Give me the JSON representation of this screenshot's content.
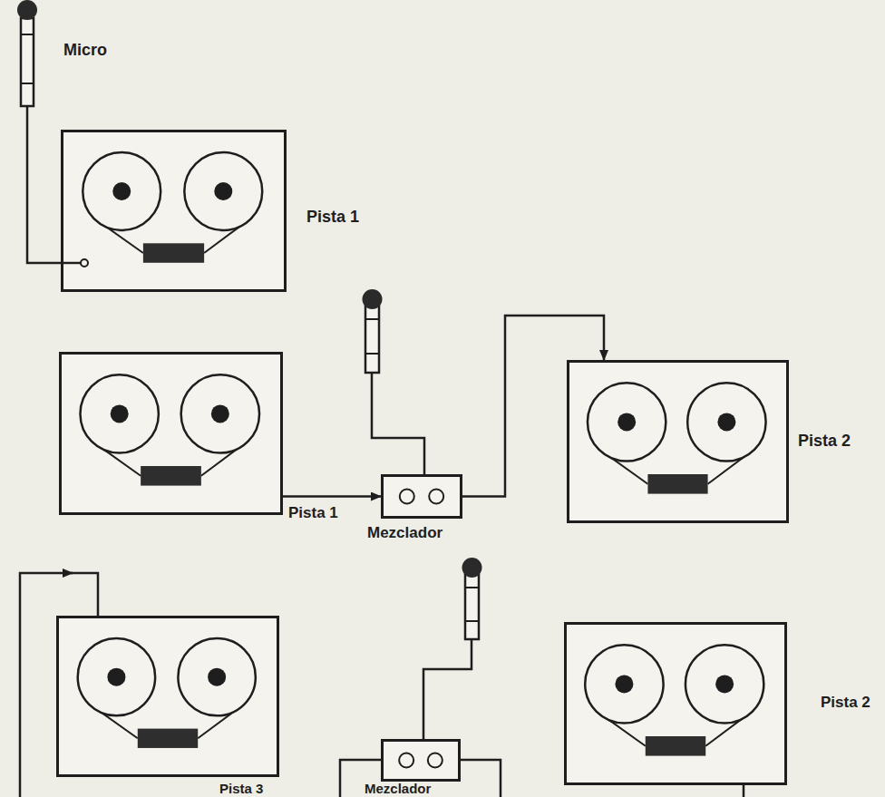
{
  "diagram": {
    "nodes": [
      {
        "text": [
          "Micro"
        ]
      },
      {
        "text": [
          "Pista 1"
        ]
      },
      {
        "text": []
      },
      {
        "text": [
          "Mezclador"
        ]
      },
      {
        "text": [
          "Pista 2"
        ]
      },
      {
        "text": [
          "Pista 3"
        ]
      },
      {
        "text": [
          "Mezclador"
        ]
      },
      {
        "text": [
          "Pista 2"
        ]
      }
    ],
    "edges": [
      {
        "from": 0,
        "to": 1,
        "arrow": "none"
      },
      {
        "from": 2,
        "to": 3,
        "label": "Pista 1",
        "arrow": "to"
      },
      {
        "from": 3,
        "to": 4,
        "arrow": "to"
      }
    ]
  }
}
